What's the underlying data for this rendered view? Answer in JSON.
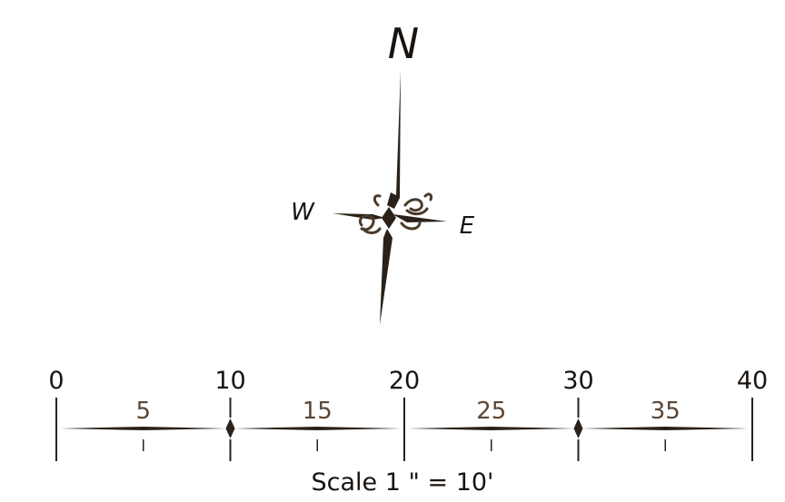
{
  "compass": {
    "north_label": "N",
    "west_label": "W",
    "east_label": "E",
    "ink_color": "#2a2118",
    "flourish_color": "#4a3a2a"
  },
  "scale_bar": {
    "major_labels": [
      "0",
      "10",
      "20",
      "30",
      "40"
    ],
    "minor_labels": [
      "5",
      "15",
      "25",
      "35"
    ],
    "caption": "Scale 1 \" = 10'",
    "label_color": "#2a2118",
    "minor_label_color": "#5a4636"
  }
}
